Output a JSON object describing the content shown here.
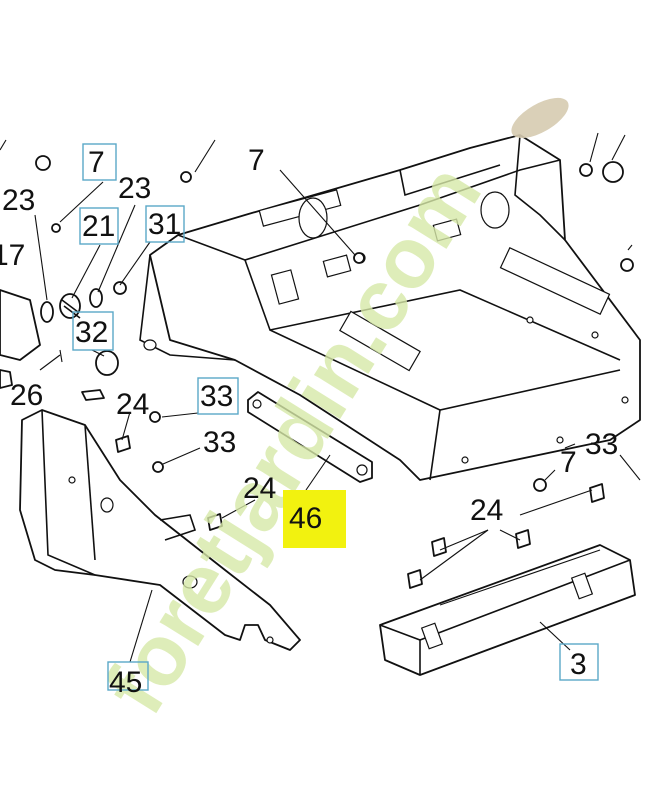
{
  "watermark": "foretjardin.com",
  "labels": {
    "l7a": "7",
    "l7b": "7",
    "l7c": "7",
    "l23a": "23",
    "l23b": "23",
    "l17": "17",
    "l21": "21",
    "l31": "31",
    "l32": "32",
    "l26": "26",
    "l24a": "24",
    "l24b": "24",
    "l24c": "24",
    "l33a": "33",
    "l33b": "33",
    "l33c": "33",
    "l46": "46",
    "l45": "45",
    "l3": "3"
  }
}
